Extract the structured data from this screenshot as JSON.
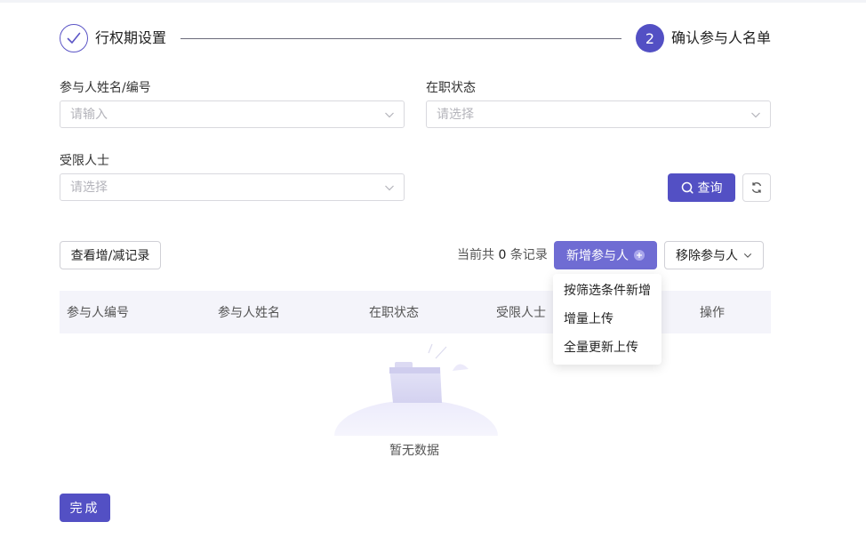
{
  "steps": [
    {
      "label": "行权期设置",
      "state": "done"
    },
    {
      "label": "确认参与人名单",
      "number": "2",
      "state": "active"
    }
  ],
  "filters": {
    "participant": {
      "label": "参与人姓名/编号",
      "placeholder": "请输入"
    },
    "employment_status": {
      "label": "在职状态",
      "placeholder": "请选择"
    },
    "restricted_person": {
      "label": "受限人士",
      "placeholder": "请选择"
    },
    "query_label": "查询"
  },
  "toolbar": {
    "history_label": "查看增/减记录",
    "count_prefix": "当前共",
    "count_value": "0",
    "count_suffix": "条记录",
    "add_label": "新增参与人",
    "remove_label": "移除参与人"
  },
  "add_menu": [
    "按筛选条件新增",
    "增量上传",
    "全量更新上传"
  ],
  "table": {
    "columns": [
      "参与人编号",
      "参与人姓名",
      "在职状态",
      "受限人士",
      "",
      "操作"
    ],
    "empty_text": "暂无数据"
  },
  "footer": {
    "done_label": "完成"
  },
  "colors": {
    "primary": "#5350c4",
    "primary_light": "#6f6cd3",
    "header_bg": "#f4f4fa"
  }
}
